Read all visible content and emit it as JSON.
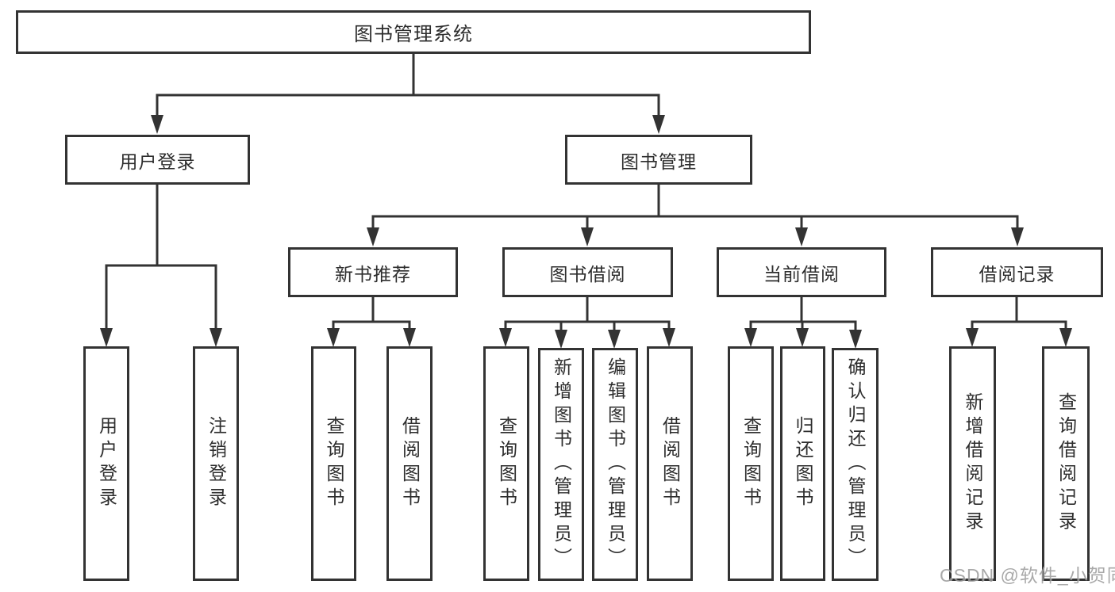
{
  "diagram": {
    "root": {
      "label": "图书管理系统"
    },
    "branches": [
      {
        "label": "用户登录",
        "children": [
          {
            "label": "用户登录"
          },
          {
            "label": "注销登录"
          }
        ]
      },
      {
        "label": "图书管理",
        "children": [
          {
            "label": "新书推荐",
            "children": [
              {
                "label": "查询图书"
              },
              {
                "label": "借阅图书"
              }
            ]
          },
          {
            "label": "图书借阅",
            "children": [
              {
                "label": "查询图书"
              },
              {
                "label": "新增图书（管理员）"
              },
              {
                "label": "编辑图书（管理员）"
              },
              {
                "label": "借阅图书"
              }
            ]
          },
          {
            "label": "当前借阅",
            "children": [
              {
                "label": "查询图书"
              },
              {
                "label": "归还图书"
              },
              {
                "label": "确认归还（管理员）"
              }
            ]
          },
          {
            "label": "借阅记录",
            "children": [
              {
                "label": "新增借阅记录"
              },
              {
                "label": "查询借阅记录"
              }
            ]
          }
        ]
      }
    ]
  },
  "colors": {
    "line": "#333333",
    "box_fill": "#ffffff",
    "text": "#2d2d2d",
    "watermark": "#9b9b9b"
  },
  "watermark": {
    "text": "CSDN @软件_小贺同学"
  }
}
